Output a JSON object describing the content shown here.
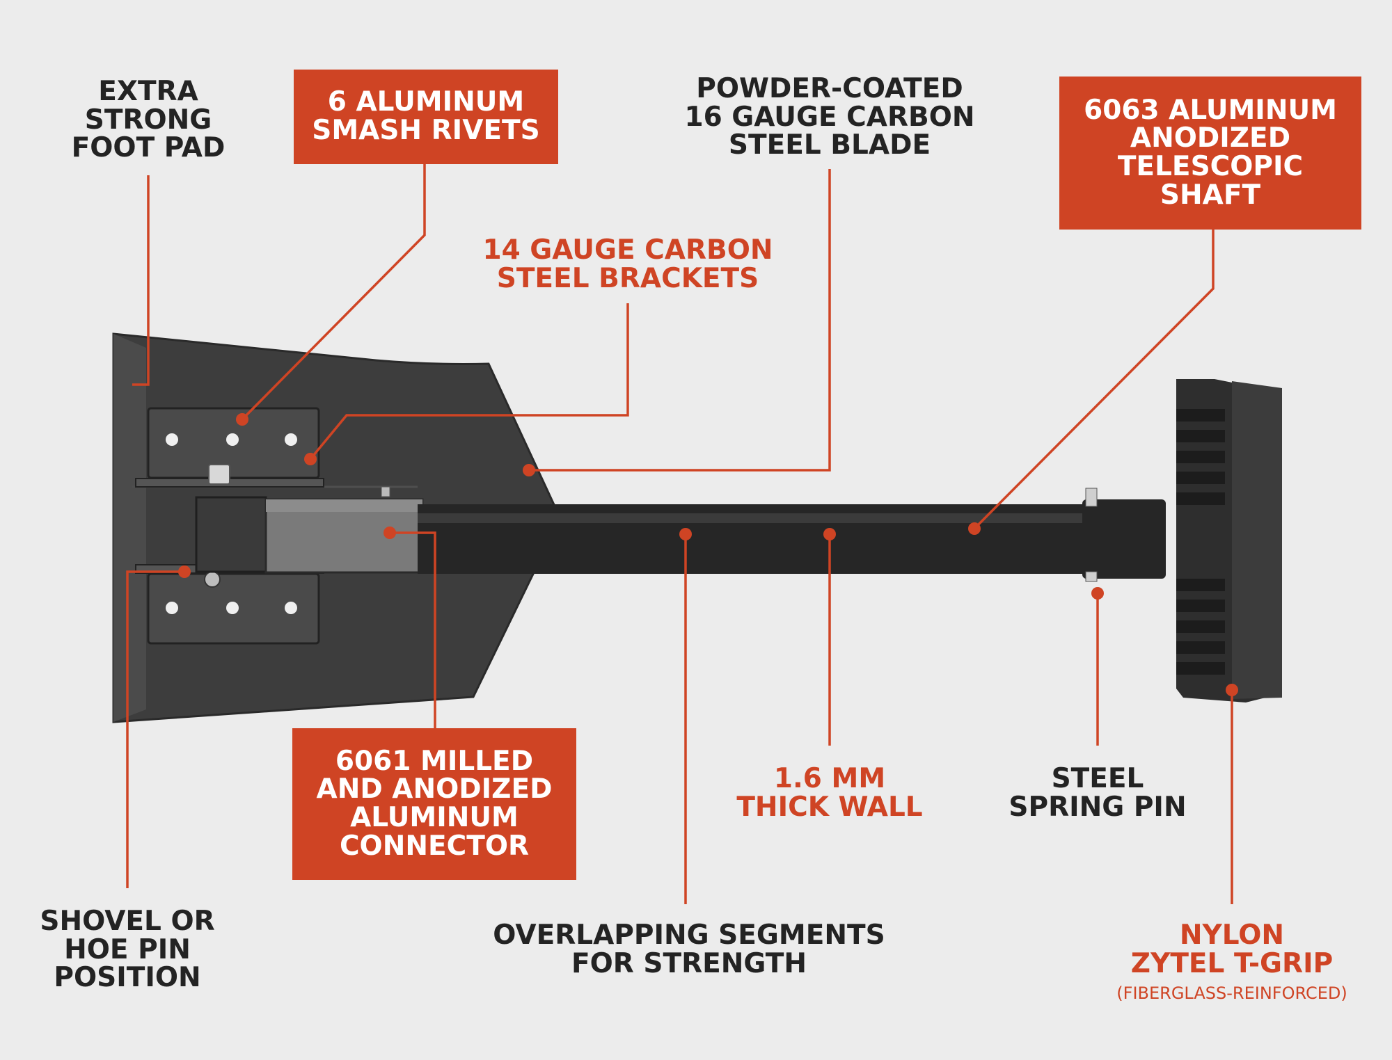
{
  "labels": {
    "foot_pad": "EXTRA\nSTRONG\nFOOT PAD",
    "rivets": "6 ALUMINUM\nSMASH RIVETS",
    "blade": "POWDER-COATED\n16 GAUGE CARBON\nSTEEL BLADE",
    "shaft": "6063 ALUMINUM\nANODIZED\nTELESCOPIC\nSHAFT",
    "brackets": "14 GAUGE CARBON\nSTEEL BRACKETS",
    "connector": "6061 MILLED\nAND ANODIZED\nALUMINUM\nCONNECTOR",
    "thick_wall": "1.6 MM\nTHICK WALL",
    "spring_pin": "STEEL\nSPRING PIN",
    "pin_position": "SHOVEL OR\nHOE PIN\nPOSITION",
    "segments": "OVERLAPPING  SEGMENTS\nFOR STRENGTH",
    "tgrip": "NYLON\nZYTEL T-GRIP",
    "tgrip_note": "(FIBERGLASS-REINFORCED)"
  },
  "colors": {
    "accent": "#cf4424",
    "text_dark": "#232323",
    "background": "#ececec",
    "shovel_body": "#3a3a3a"
  }
}
